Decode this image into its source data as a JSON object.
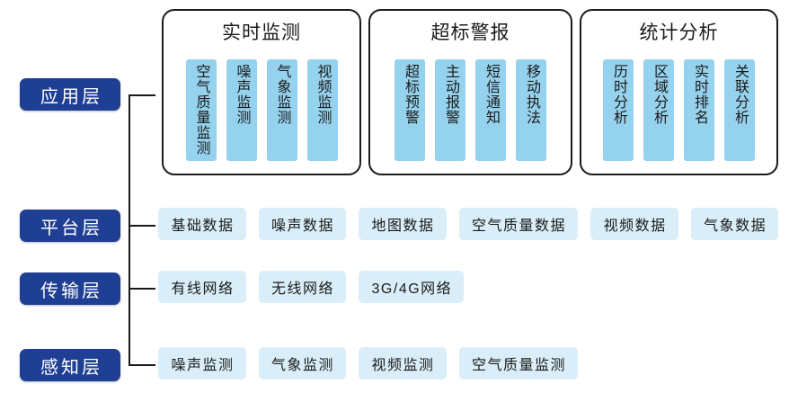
{
  "colors": {
    "layer_label_bg": "#1f3f94",
    "app_item_bg": "#95d2ee",
    "pill_bg": "#d9eef8",
    "border": "#1a1a1a",
    "page_bg": "#ffffff"
  },
  "layers": [
    {
      "label": "应用层"
    },
    {
      "label": "平台层"
    },
    {
      "label": "传输层"
    },
    {
      "label": "感知层"
    }
  ],
  "application_layer": {
    "groups": [
      {
        "title": "实时监测",
        "items": [
          "空气质量监测",
          "噪声监测",
          "气象监测",
          "视频监测"
        ]
      },
      {
        "title": "超标警报",
        "items": [
          "超标预警",
          "主动报警",
          "短信通知",
          "移动执法"
        ]
      },
      {
        "title": "统计分析",
        "items": [
          "历时分析",
          "区域分析",
          "实时排名",
          "关联分析"
        ]
      }
    ]
  },
  "platform_layer": {
    "items": [
      "基础数据",
      "噪声数据",
      "地图数据",
      "空气质量数据",
      "视频数据",
      "气象数据"
    ]
  },
  "transmission_layer": {
    "items": [
      "有线网络",
      "无线网络",
      "3G/4G网络"
    ]
  },
  "perception_layer": {
    "items": [
      "噪声监测",
      "气象监测",
      "视频监测",
      "空气质量监测"
    ]
  }
}
